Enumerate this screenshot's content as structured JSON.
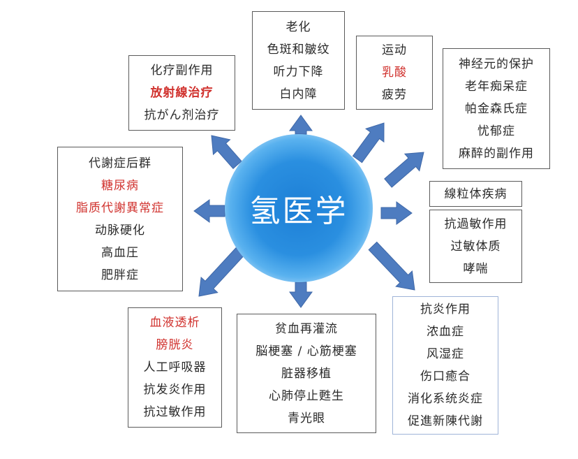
{
  "center": {
    "title": "氢医学"
  },
  "boxes": {
    "top": {
      "lines": [
        "老化",
        "色斑和皺纹",
        "听力下降",
        "白内障"
      ]
    },
    "top_right": {
      "lines": [
        "运动",
        "乳酸",
        "疲劳"
      ]
    },
    "right_upper": {
      "lines": [
        "神经元的保护",
        "老年痴呆症",
        "帕金森氏症",
        "忧郁症",
        "麻醉的副作用"
      ]
    },
    "right_mid_a": {
      "lines": [
        "線粒体疾病"
      ]
    },
    "right_mid_b": {
      "lines": [
        "抗過敏作用",
        "过敏体质",
        "哮喘"
      ]
    },
    "bottom_right": {
      "lines": [
        "抗炎作用",
        "浓血症",
        "风湿症",
        "伤口癒合",
        "消化系统炎症",
        "促進新陳代謝"
      ]
    },
    "bottom": {
      "lines": [
        "贫血再灌流",
        "脳梗塞",
        "/",
        "心筋梗塞",
        "脏器移植",
        "心肺停止甦生",
        "青光眼"
      ]
    },
    "bottom_left": {
      "lines": [
        "血液透析",
        "膀胱炎",
        "人工呼吸器",
        "抗发炎作用",
        "抗过敏作用"
      ]
    },
    "left": {
      "lines": [
        "代謝症后群",
        "糖尿病",
        "脂质代謝異常症",
        "动脉硬化",
        "高血圧",
        "肥胖症"
      ]
    },
    "top_left": {
      "lines": [
        "化疗副作用",
        "放射線治疗",
        "抗がん剂治疗"
      ]
    }
  },
  "colors": {
    "accent_red": "#d0312d",
    "arrow_blue": "#4e7cc0",
    "center_blue": "#1d7fd6"
  }
}
